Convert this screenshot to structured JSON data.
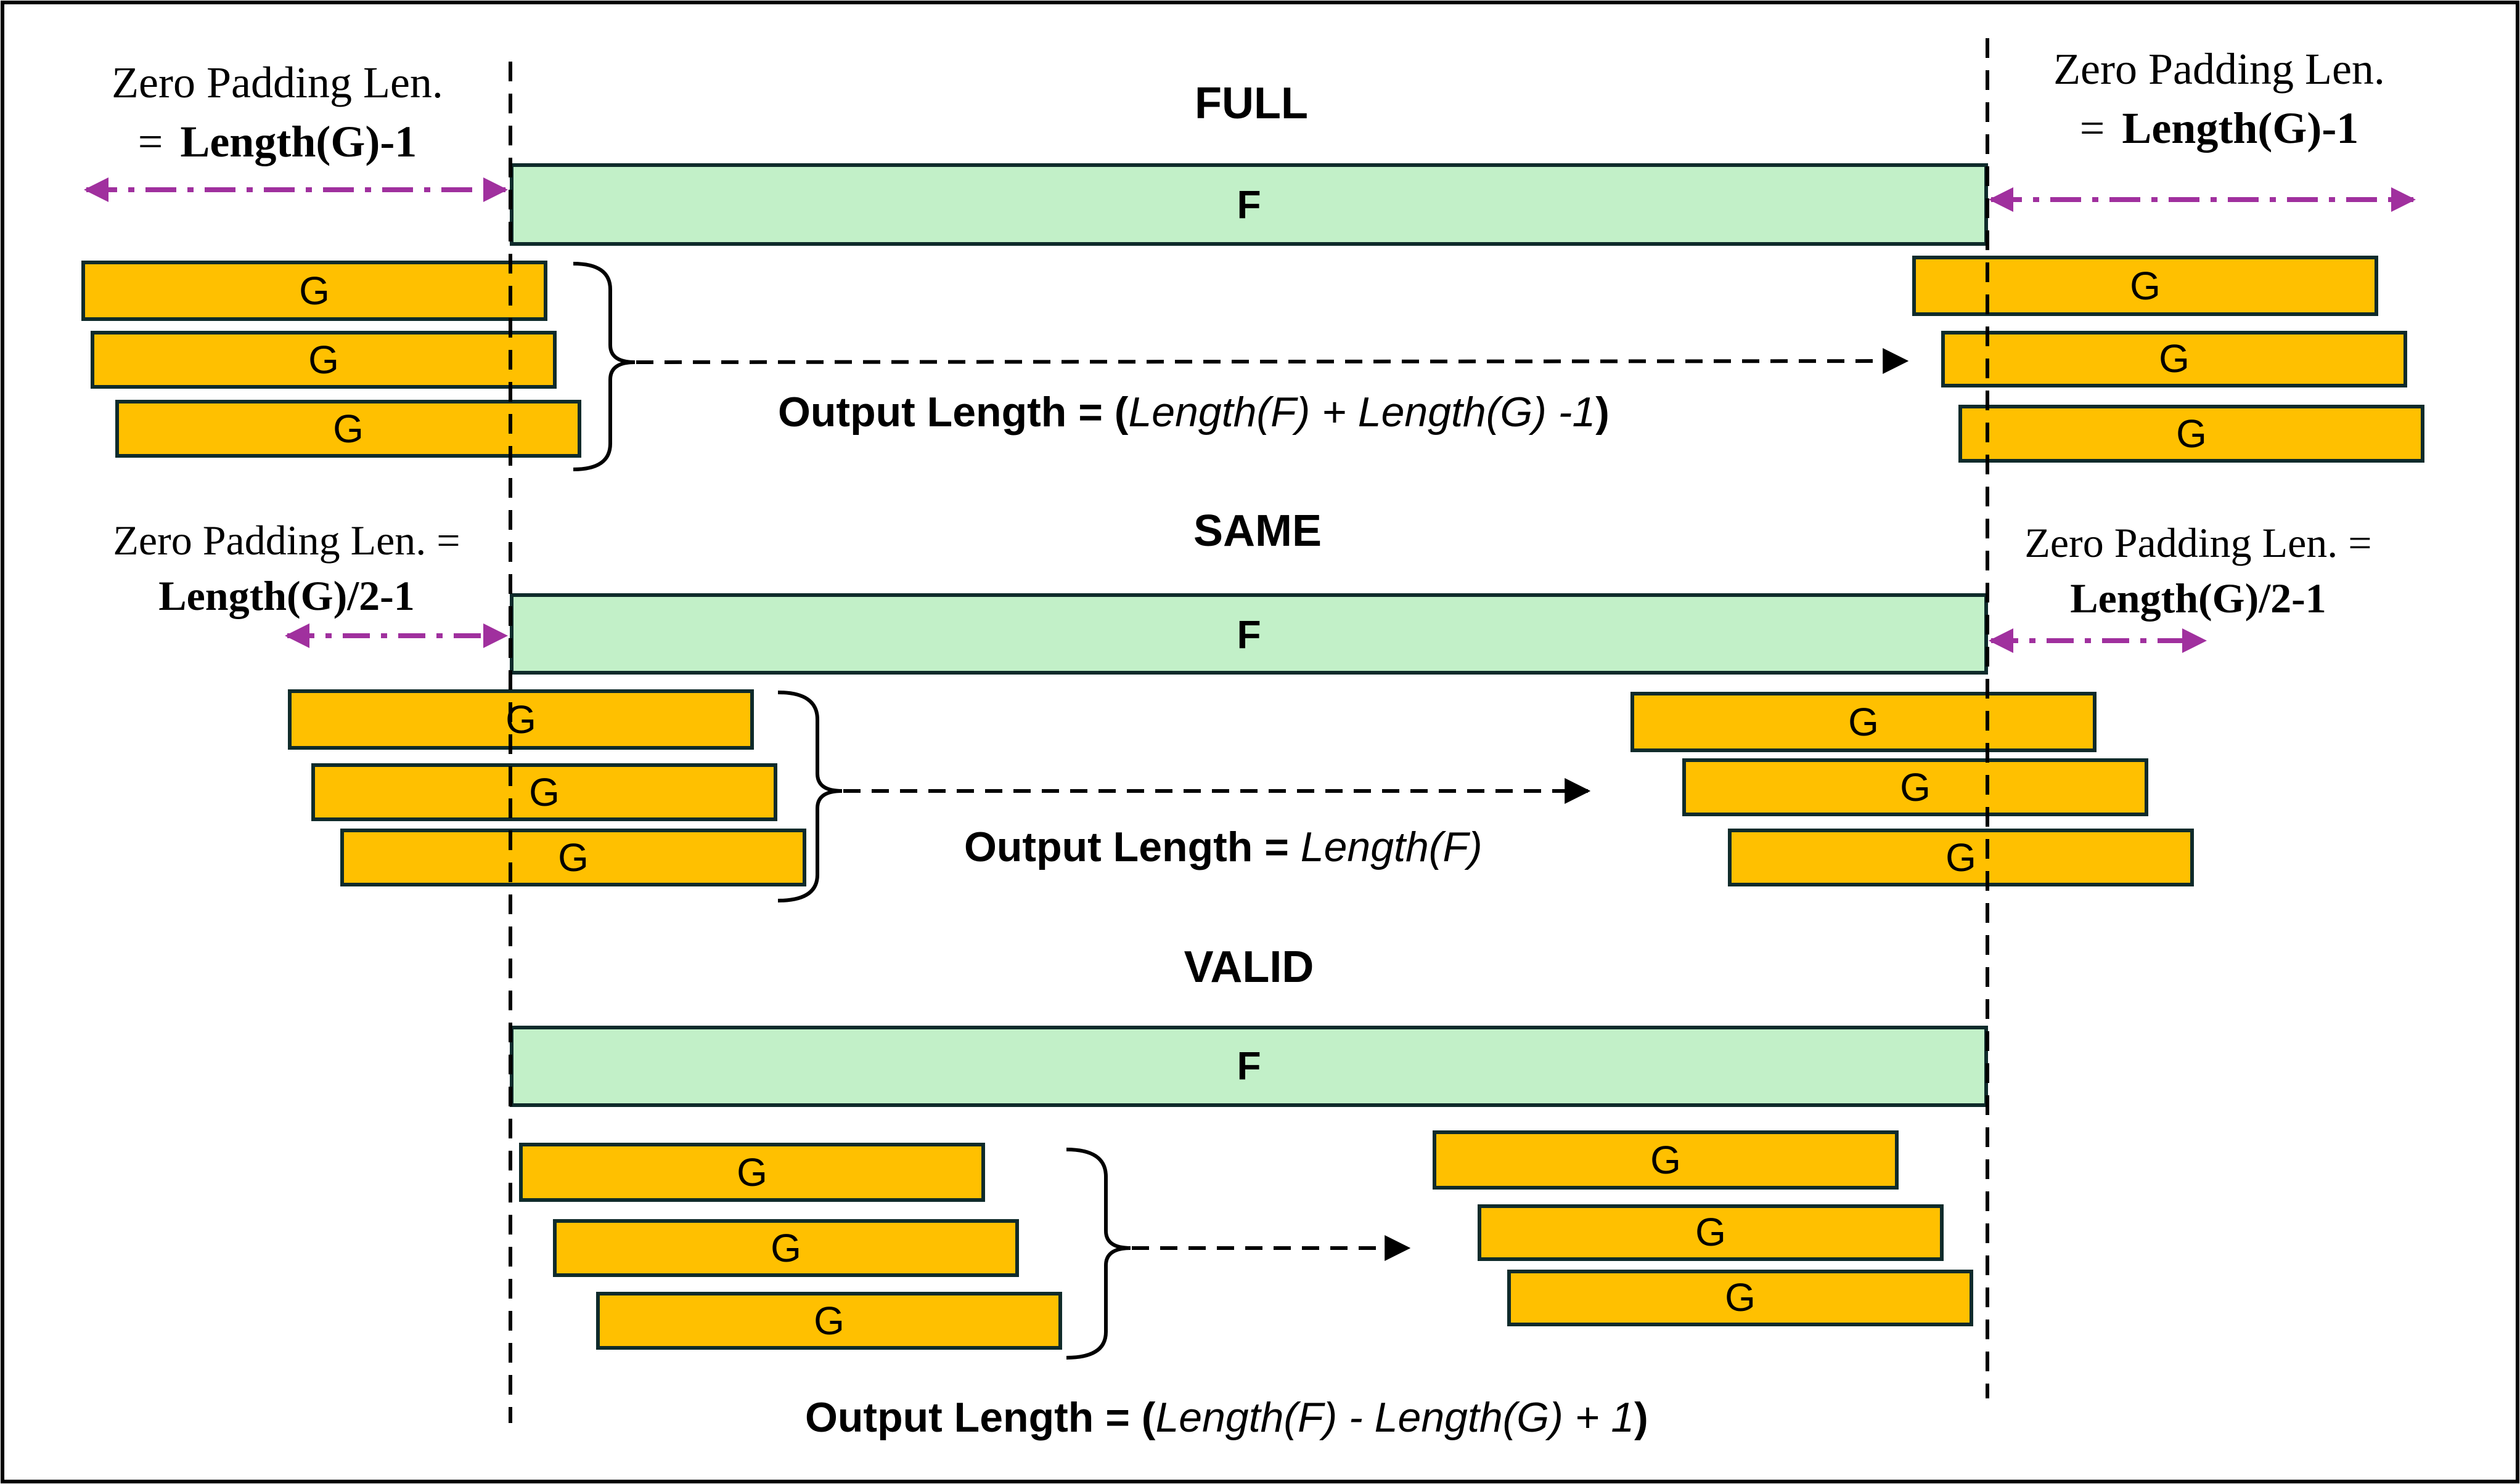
{
  "colors": {
    "f_fill": "#c2f0c8",
    "g_fill": "#ffc000",
    "box_stroke": "#0f2b2b",
    "padding_arrow": "#a0309e",
    "line": "#000000"
  },
  "labels": {
    "f_label": "F",
    "g_label": "G"
  },
  "full": {
    "title": "FULL",
    "pad_left_line1": "Zero Padding Len.",
    "pad_left_eq": "=",
    "pad_left_line2": "Length(G)-1",
    "pad_right_line1": "Zero Padding Len.",
    "pad_right_eq": "=",
    "pad_right_line2": "Length(G)-1",
    "output_prefix": "Output Length = (",
    "output_formula": "Length(F) + Length(G) -1",
    "output_suffix": ")"
  },
  "same": {
    "title": "SAME",
    "pad_left_line1": "Zero Padding Len. =",
    "pad_left_line2": "Length(G)/2-1",
    "pad_right_line1": "Zero Padding Len. =",
    "pad_right_line2": "Length(G)/2-1",
    "output_prefix": "Output Length = ",
    "output_formula": "Length(F)"
  },
  "valid": {
    "title": "VALID",
    "output_prefix": "Output Length = (",
    "output_formula": "Length(F) - Length(G) + 1",
    "output_suffix": ")"
  }
}
